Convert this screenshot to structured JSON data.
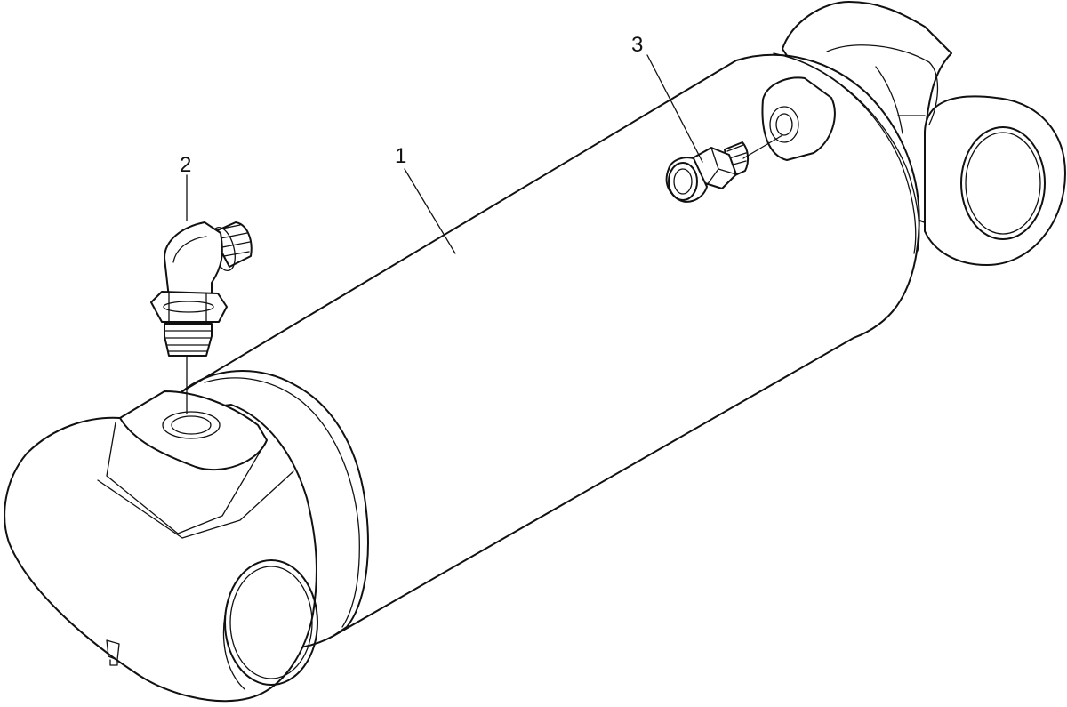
{
  "callouts": [
    {
      "id": "1",
      "label": "1"
    },
    {
      "id": "2",
      "label": "2"
    },
    {
      "id": "3",
      "label": "3"
    }
  ],
  "parts": {
    "cylinder_body": "cylinder-body",
    "elbow_fitting": "elbow-fitting",
    "straight_fitting": "straight-fitting",
    "front_end_cap": "front-end-cap",
    "rear_end_cap": "rear-end-cap"
  }
}
